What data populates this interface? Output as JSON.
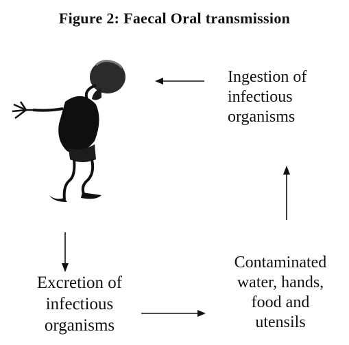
{
  "title": "Figure 2: Faecal Oral transmission",
  "nodes": {
    "ingestion": {
      "lines": [
        "Ingestion    of",
        "infectious",
        "organisms"
      ]
    },
    "contaminated": {
      "lines": [
        "Contaminated",
        "water, hands,",
        "food and",
        "utensils"
      ]
    },
    "excretion": {
      "lines": [
        "Excretion of",
        "infectious",
        "organisms"
      ]
    }
  },
  "figure": {
    "icon": "person-retching-figure"
  }
}
